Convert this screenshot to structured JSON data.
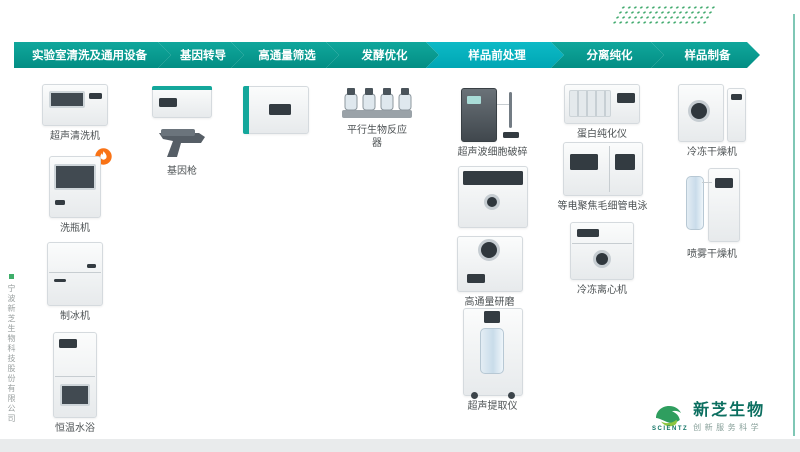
{
  "colors": {
    "arrow_teal": "#0aa196",
    "arrow_highlight": "#00aebc",
    "accent_green": "#3fae6a",
    "brand_teal": "#0c6f60",
    "footer_bar_gray": "#e9ebec",
    "flame_orange": "#f97316",
    "label_gray": "#4d5254"
  },
  "workflow_steps": [
    {
      "label": "实验室清洗及通用设备",
      "highlighted": false
    },
    {
      "label": "基因转导",
      "highlighted": false
    },
    {
      "label": "高通量筛选",
      "highlighted": false
    },
    {
      "label": "发酵优化",
      "highlighted": false
    },
    {
      "label": "样品前处理",
      "highlighted": true
    },
    {
      "label": "分离纯化",
      "highlighted": false
    },
    {
      "label": "样品制备",
      "highlighted": false
    }
  ],
  "equipment": {
    "col1": [
      {
        "label": "超声清洗机"
      },
      {
        "label": "洗瓶机",
        "badge": "flame-icon"
      },
      {
        "label": "制冰机"
      },
      {
        "label": "恒温水浴"
      }
    ],
    "col2": [
      {
        "label": "基因枪"
      }
    ],
    "col3": [
      {
        "label": ""
      }
    ],
    "col4": [
      {
        "label": "平行生物反应器"
      }
    ],
    "col5": [
      {
        "label": "超声波细胞破碎"
      },
      {
        "label": ""
      },
      {
        "label": "高通量研磨"
      },
      {
        "label": "超声提取仪"
      }
    ],
    "col6": [
      {
        "label": "蛋白纯化仪"
      },
      {
        "label": "等电聚焦毛细管电泳"
      },
      {
        "label": "冷冻离心机"
      }
    ],
    "col7": [
      {
        "label": "冷冻干燥机"
      },
      {
        "label": "喷雾干燥机"
      }
    ]
  },
  "sidebar": {
    "company_name_vertical": "宁波新芝生物科技股份有限公司"
  },
  "footer_logo": {
    "brand_cn": "新芝生物",
    "brand_en": "SCIENTZ",
    "tagline": "创新服务科学"
  }
}
